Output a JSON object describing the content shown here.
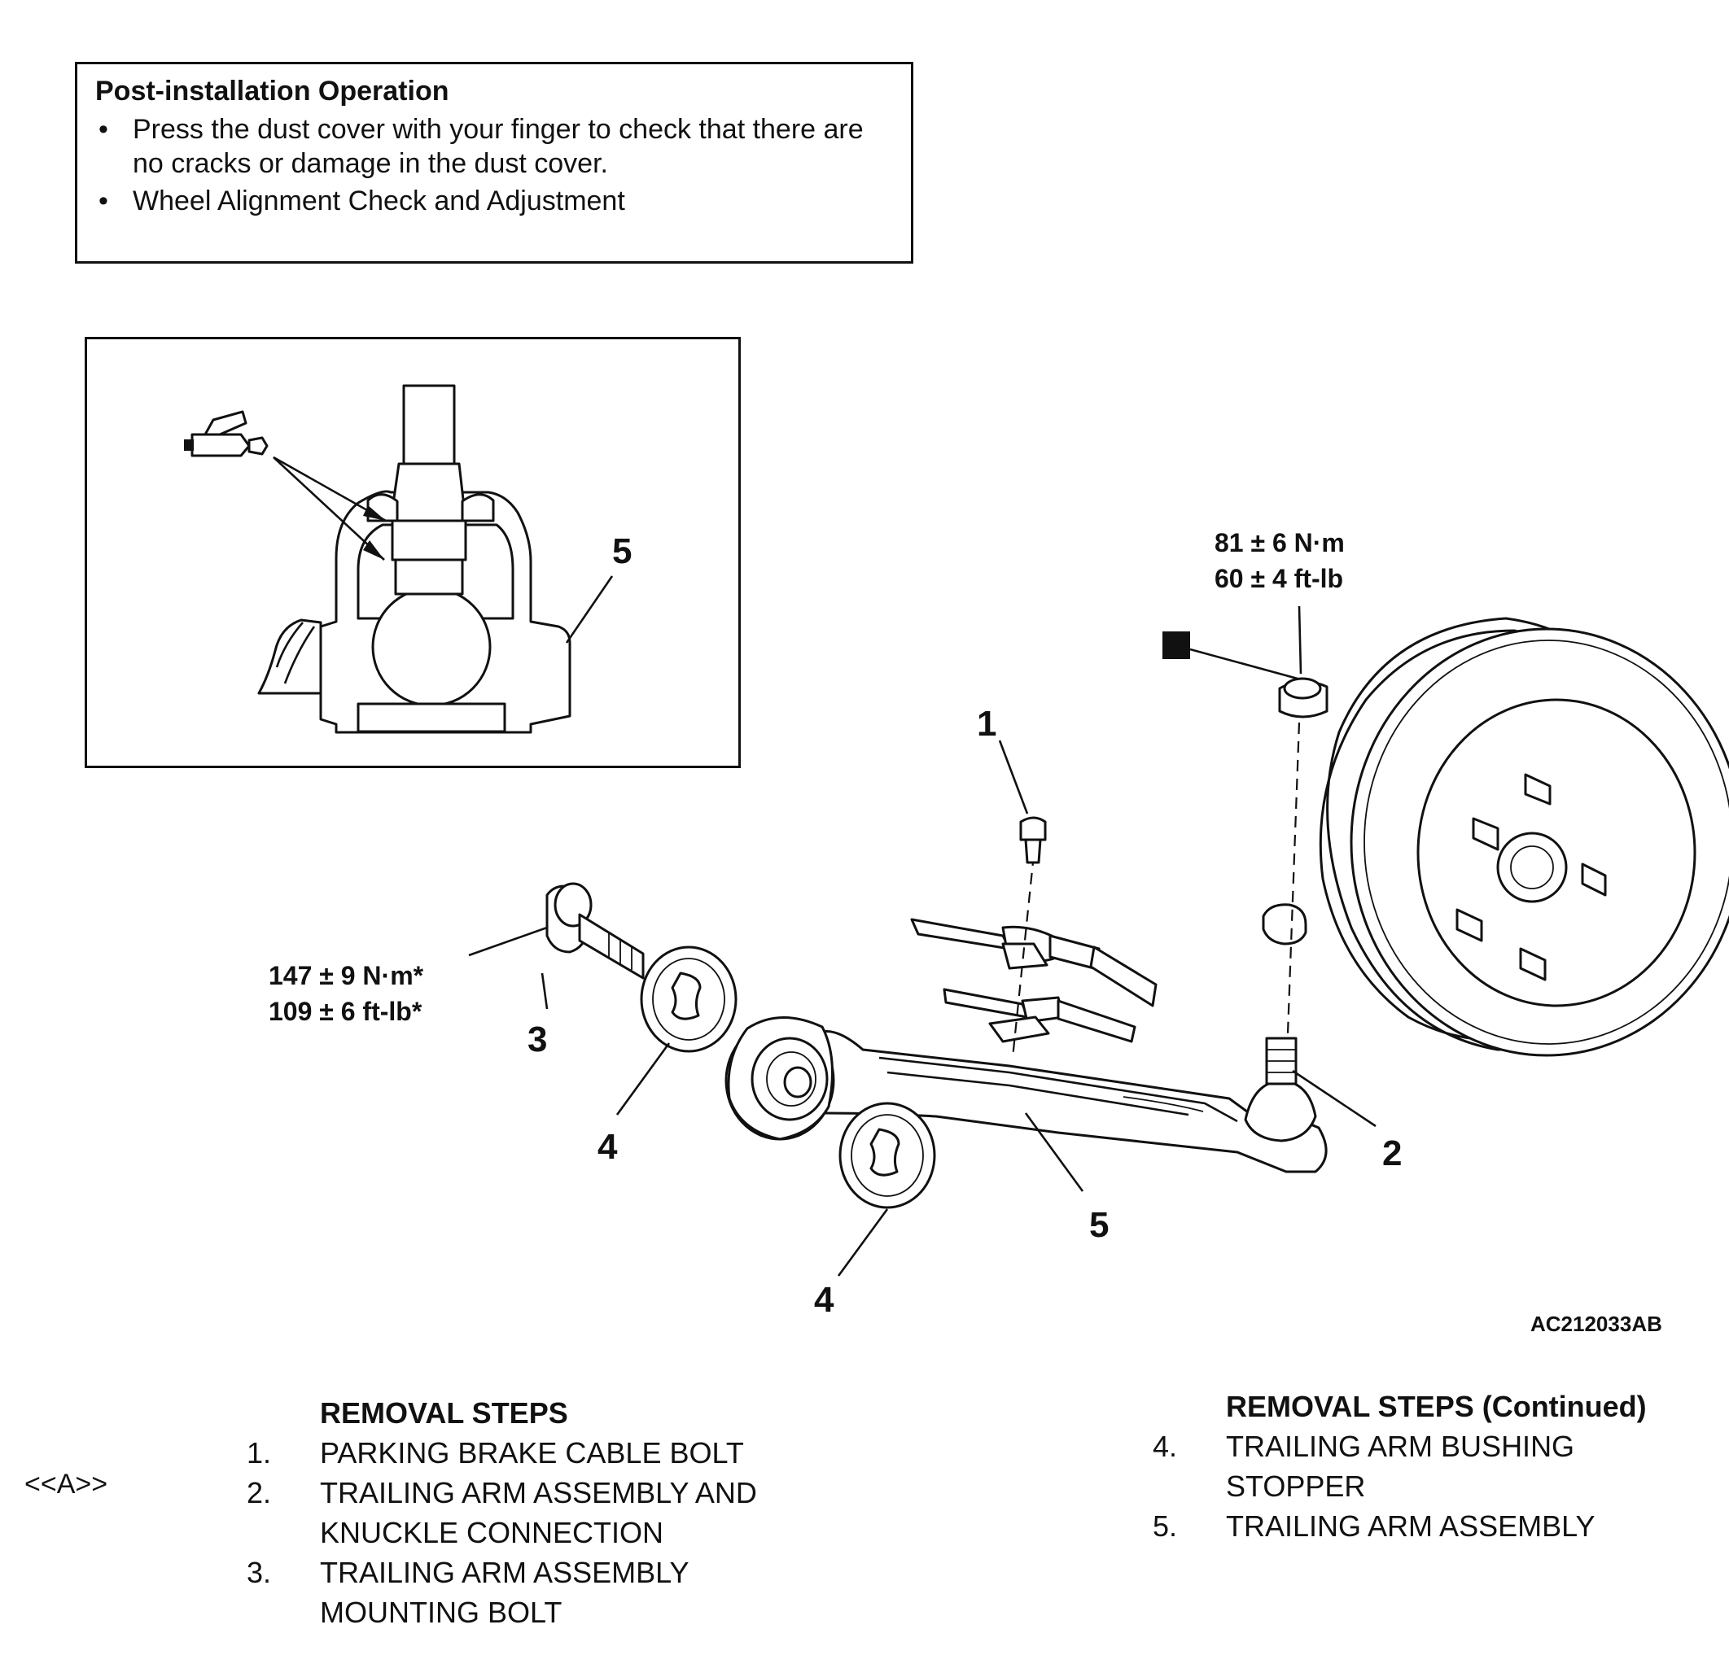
{
  "post_installation": {
    "title": "Post-installation Operation",
    "items": [
      "Press the dust cover with your finger to check that there are no cracks or damage in the dust cover.",
      "Wheel Alignment Check and Adjustment"
    ]
  },
  "diagram": {
    "inset_callout": "5",
    "callouts": {
      "p1": "1",
      "p2": "2",
      "p3": "3",
      "p4a": "4",
      "p4b": "4",
      "p5": "5"
    },
    "torque_nut": [
      "81 ± 6 N·m",
      "60 ± 4 ft-lb"
    ],
    "torque_bolt": [
      "147 ± 9 N·m*",
      "109 ± 6 ft-lb*"
    ],
    "new_part_symbol": "N",
    "figure_code": "AC212033AB"
  },
  "removal_steps": {
    "heading": "REMOVAL STEPS",
    "marker": "<<A>>",
    "steps": [
      {
        "num": "1.",
        "lines": [
          "PARKING BRAKE CABLE BOLT"
        ]
      },
      {
        "num": "2.",
        "lines": [
          "TRAILING ARM ASSEMBLY AND",
          "KNUCKLE CONNECTION"
        ]
      },
      {
        "num": "3.",
        "lines": [
          "TRAILING ARM ASSEMBLY",
          "MOUNTING BOLT"
        ]
      }
    ]
  },
  "removal_steps_continued": {
    "heading": "REMOVAL STEPS (Continued)",
    "steps": [
      {
        "num": "4.",
        "lines": [
          "TRAILING ARM BUSHING",
          "STOPPER"
        ]
      },
      {
        "num": "5.",
        "lines": [
          "TRAILING ARM ASSEMBLY"
        ]
      }
    ]
  }
}
